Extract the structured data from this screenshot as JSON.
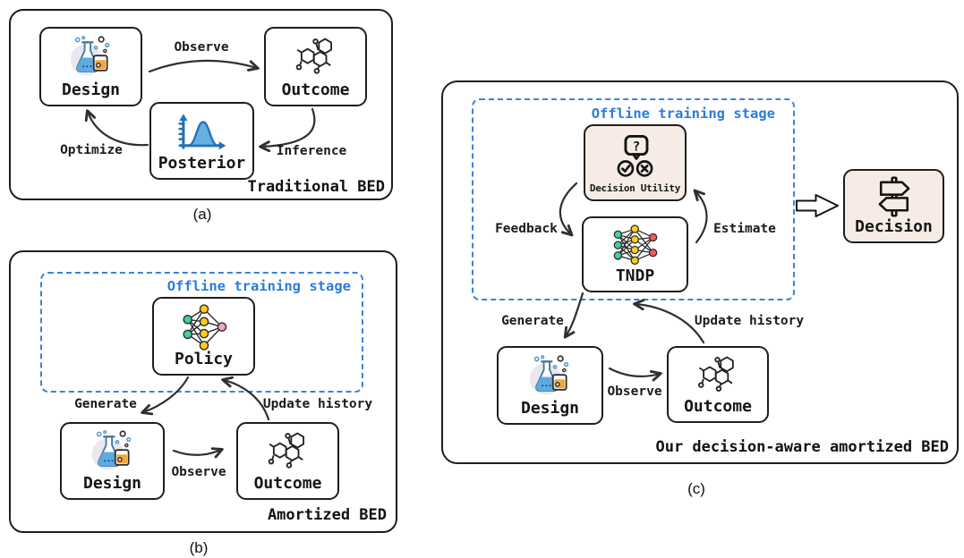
{
  "figure": {
    "type": "diagram",
    "description": "Comparison of traditional, amortized, and decision-aware amortized Bayesian experimental design loops"
  },
  "colors": {
    "ink": "#1e1e1e",
    "accent_blue": "#2b7cd8",
    "box_beige": "#f6ece5",
    "node_teal": "#3ecfa5",
    "node_yellow": "#f8cf1c",
    "node_pink": "#f2a3c5",
    "node_red": "#f05c5c",
    "flask_blue": "#5cace2",
    "liquid_orange": "#f4a63a",
    "posterior_blue": "#2273b4"
  },
  "icons": {
    "design": "flask-icon",
    "outcome": "molecule-icon",
    "posterior": "distribution-curve-icon",
    "policy": "neural-network-icon",
    "tndp": "neural-network-icon",
    "decision_utility": "question-check-cross-icon",
    "decision": "signpost-icon",
    "flow": "block-arrow-icon"
  },
  "glyphs": {
    "question_mark": "?"
  },
  "panels": {
    "a": {
      "caption": "(a)",
      "corner_label": "Traditional BED",
      "nodes": {
        "design": {
          "label": "Design",
          "icon": "flask-icon"
        },
        "outcome": {
          "label": "Outcome",
          "icon": "molecule-icon"
        },
        "posterior": {
          "label": "Posterior",
          "icon": "distribution-curve-icon"
        }
      },
      "arrows": {
        "observe": "Observe",
        "inference": "Inference",
        "optimize": "Optimize"
      }
    },
    "b": {
      "caption": "(b)",
      "corner_label": "Amortized BED",
      "stage_label": "Offline training stage",
      "nodes": {
        "policy": {
          "label": "Policy",
          "icon": "neural-network-icon"
        },
        "design": {
          "label": "Design",
          "icon": "flask-icon"
        },
        "outcome": {
          "label": "Outcome",
          "icon": "molecule-icon"
        }
      },
      "arrows": {
        "generate": "Generate",
        "update_history": "Update history",
        "observe": "Observe"
      }
    },
    "c": {
      "caption": "(c)",
      "corner_label": "Our decision-aware amortized BED",
      "stage_label": "Offline training stage",
      "nodes": {
        "decision_utility": {
          "label": "Decision Utility",
          "icon": "question-check-cross-icon"
        },
        "tndp": {
          "label": "TNDP",
          "icon": "neural-network-icon"
        },
        "design": {
          "label": "Design",
          "icon": "flask-icon"
        },
        "outcome": {
          "label": "Outcome",
          "icon": "molecule-icon"
        },
        "decision": {
          "label": "Decision",
          "icon": "signpost-icon"
        }
      },
      "arrows": {
        "feedback": "Feedback",
        "estimate": "Estimate",
        "generate": "Generate",
        "update_history": "Update history",
        "observe": "Observe"
      },
      "flow_icon": "block-arrow-icon"
    }
  }
}
